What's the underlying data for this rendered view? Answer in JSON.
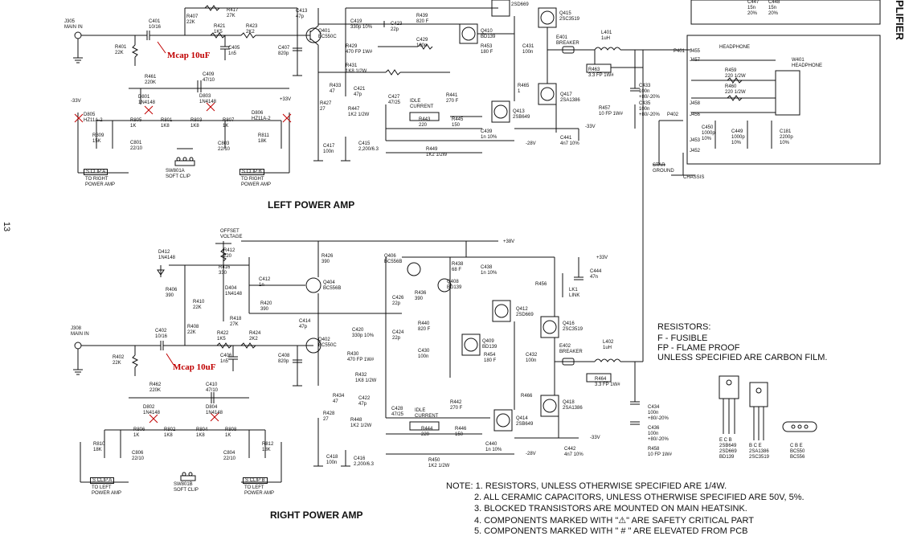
{
  "titles": {
    "left": "LEFT POWER AMP",
    "right": "RIGHT POWER AMP",
    "side": "PLIFIER",
    "page": "13"
  },
  "annotations": {
    "mcap_left": "Mcap 10uF",
    "mcap_right": "Mcap 10uF"
  },
  "legend": {
    "heading": "RESISTORS:",
    "f": "F - FUSIBLE",
    "fp": "FP - FLAME PROOF",
    "carbon": "UNLESS SPECIFIED ARE CARBON FILM."
  },
  "notes": {
    "n1": "NOTE: 1. RESISTORS, UNLESS OTHERWISE SPECIFIED ARE 1/4W.",
    "n2": "2. ALL CERAMIC CAPACITORS, UNLESS OTHERWISE SPECIFIED ARE 50V, 5%.",
    "n3": "3. BLOCKED TRANSISTORS ARE MOUNTED ON MAIN HEATSINK.",
    "n4": "4. COMPONENTS MARKED WITH \"⚠\" ARE SAFETY CRITICAL PART",
    "n5": "5. COMPONENTS MARKED WITH \" # \" ARE ELEVATED FROM PCB"
  },
  "labels_left": {
    "j305": "J305\nMAIN IN",
    "c401": "C401\n10/16",
    "r401": "R401\n22K",
    "r407": "R407\n22K",
    "r417": "R417\n27K",
    "r421": "R421\n1K5",
    "r423": "R423\n2K2",
    "c405": "C405\n1n5",
    "c413": "C413\n47p",
    "q401": "Q401\nBC550C",
    "c407": "C407\n820p",
    "c419": "C419\n330p 10%",
    "r429": "R429\n470 FP 1W#",
    "c423": "C423\n22p",
    "r439": "R439\n820 F",
    "c429": "C429\n100n",
    "q410": "Q410\nBD139",
    "r453": "R453\n180 F",
    "c431": "C431\n100n",
    "q415": "Q415\n2SC3519",
    "q409": "2SD669",
    "e401": "E401\nBREAKER",
    "l401": "L401\n1uH",
    "r463": "R463\n3.3 FP 1W#",
    "r461": "R461\n220K",
    "c409": "C409\n47/10",
    "d801": "D801\n1N4148",
    "d803": "D803\n1N4148",
    "r431": "R431\n1K8 1/2W",
    "r433": "R433\n47",
    "c421": "C421\n47p",
    "c427": "C427\n47/25",
    "idle": "IDLE\nCURRENT",
    "r441": "R441\n270 F",
    "r465": "R465\n1",
    "q417": "Q417\n2SA1386",
    "d805": "D805\nHZ11A-2",
    "r805": "R805\n1K",
    "r801": "R801\n1K8",
    "r803": "R803\n1K8",
    "r807": "R807\n1K",
    "d806": "D806\nHZ11A-2",
    "r427": "R427\n27",
    "r447": "R447\n1K2 1/2W",
    "r443": "R443\n220",
    "r445": "R445\n150",
    "q413": "Q413\n2SB649",
    "r457": "R457\n10 FP 1W#",
    "c433": "C433\n100n\n+80/-20%",
    "c435": "C435\n100n\n+80/-20%",
    "r809": "R809\n15K",
    "c801": "C801\n22/10",
    "c803": "C803\n22/10",
    "r811": "R811\n18K",
    "c417": "C417\n100n",
    "c415": "C415\n2,200/6.3",
    "c439": "C439\n1n 10%",
    "c441": "C441\n4n7 10%",
    "r449": "R449\n1K2 1/2W",
    "m33a": "-33V",
    "p33a": "+33V",
    "m33b": "-33V",
    "m28a": "-28V",
    "sw801a": "SW801A\nSOFT CLIP",
    "sclipa": "S CLIP A",
    "sclipb": "S CLIP B",
    "toright1": "TO RIGHT\nPOWER AMP",
    "toright2": "TO RIGHT\nPOWER AMP"
  },
  "labels_right": {
    "offset": "OFFSET\nVOLTAGE",
    "r412": "R412\n220",
    "r416": "R416\n330",
    "d404": "D404\n1N4148",
    "c412": "C412\n1n",
    "d412": "D412\n1N4148",
    "r406": "R406\n390",
    "r410": "R410\n22K",
    "r408": "R408\n22K",
    "r418": "R418\n27K",
    "r420": "R420\n390",
    "q404": "Q404\nBC556B",
    "r426": "R426\n390",
    "c414": "C414\n47p",
    "j308": "J308\nMAIN IN",
    "c402": "C402\n10/16",
    "r402": "R402\n22K",
    "r422": "R422\n1K5",
    "r424": "R424\n2K2",
    "c406": "C406\n1n5",
    "q402": "Q402\nBC550C",
    "c408": "C408\n820p",
    "q406": "Q406\nBC556B",
    "r438": "R438\n68 F",
    "c438": "C438\n1n 10%",
    "q408": "Q408\nBD139",
    "r436": "R436\n390",
    "c426": "C426\n22p",
    "c420": "C420\n330p 10%",
    "r430": "R430\n470 FP 1W#",
    "c424": "C424\n22p",
    "r440": "R440\n820 F",
    "c430": "C430\n100n",
    "q410r": "Q409\nBD139",
    "r454": "R454\n180 F",
    "c432": "C432\n100n",
    "q412": "Q412\n2SD669",
    "q416": "Q416\n2SC3519",
    "r456": "R456",
    "lk1": "LK1\nLINK",
    "c444": "C444\n47n",
    "e402": "E402\nBREAKER",
    "l402": "L402\n1uH",
    "r464": "R464\n3.3 FP 1W#",
    "r462": "R462\n220K",
    "c410": "C410\n47/10",
    "d802": "D802\n1N4148",
    "d804": "D804\n1N4148",
    "r432": "R432\n1K8 1/2W",
    "r434": "R434\n47",
    "c422": "C422\n47p",
    "c428": "C428\n47/25",
    "idle": "IDLE\nCURRENT",
    "r442": "R442\n270 F",
    "r466": "R466",
    "q418": "Q418\n2SA1386",
    "r428": "R428\n27",
    "r448": "R448\n1K2 1/2W",
    "r444": "R444\n220",
    "r446": "R446\n150",
    "q414": "Q414\n2SB649",
    "c434": "C434\n100n\n+80/-20%",
    "c436": "C436\n100n\n+80/-20%",
    "r458": "R458\n10 FP 1W#",
    "r810": "R810\n18K",
    "c806": "C806\n22/10",
    "r806": "R806\n1K",
    "r802": "R802\n1K8",
    "r804": "R804\n1K8",
    "r808": "R808\n1K",
    "c804": "C804\n22/10",
    "r812": "R812\n18K",
    "c418": "C418\n100n",
    "c416": "C416\n2,200/6.3",
    "c440": "C440\n1n 10%",
    "c442": "C442\n4n7 10%",
    "r450": "R450\n1K2 1/2W",
    "p38": "+38V",
    "p33": "+33V",
    "m33": "-33V",
    "m28": "-28V",
    "sw801b": "SW801B\nSOFT CLIP",
    "sclipa": "S CLIP A",
    "sclipb": "S CLIP B",
    "toleft1": "TO LEFT\nPOWER AMP",
    "toleft2": "TO LEFT\nPOWER AMP"
  },
  "labels_headphone": {
    "c447": "C447\n15n\n20%",
    "c448": "C448\n15n\n20%",
    "headphone": "HEADPHONE",
    "w401": "W401\nHEADPHONE",
    "p401": "P401",
    "j455": "J455",
    "j457": "J457",
    "r459": "R459\n220 1/2W",
    "r460": "R460\n220 1/2W",
    "j458": "J458",
    "j456": "J456",
    "p402": "P402",
    "c450": "C450\n1000p\n10%",
    "c449": "C449\n1000p\n10%",
    "c181": "C181\n2200p\n10%",
    "j453": "J453",
    "j452": "J452",
    "star": "STAR\nGROUND",
    "chassis": "CHASSIS"
  },
  "packages": {
    "p1": "E C B\n2SB649\n2SD669\nBD139",
    "p2": "B C E\n2SA1386\n2SC3519",
    "p3": "C B E\nBC550\nBC556"
  },
  "colors": {
    "ink": "#111111",
    "mark": "#c00000",
    "paper": "#ffffff"
  }
}
